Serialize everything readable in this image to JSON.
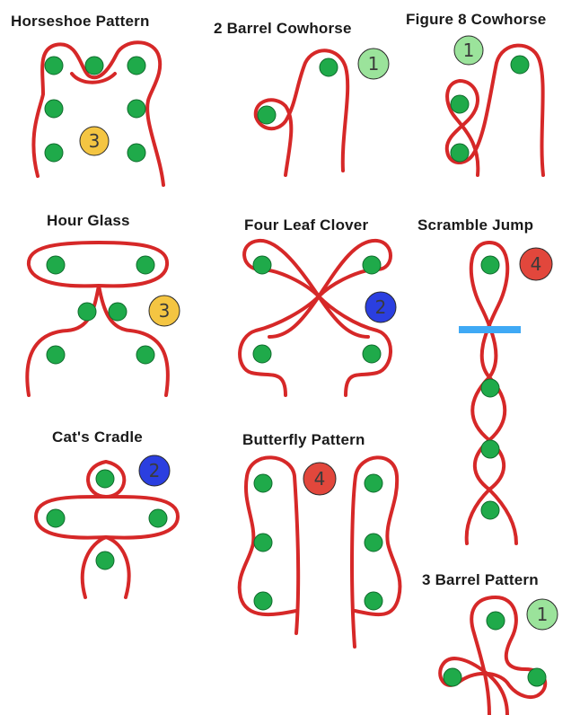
{
  "colors": {
    "route": "#d62828",
    "barrel": "#1faa4a",
    "jump_bar": "#3fa9f5",
    "badge_green": "#9be39b",
    "badge_yellow": "#f4c542",
    "badge_blue": "#2b3fe0",
    "badge_red": "#e2473c",
    "badge_text": "#3a3a3a"
  },
  "patterns": [
    {
      "id": "horseshoe",
      "title": "Horseshoe Pattern",
      "badge": {
        "text": "3",
        "color": "badge_yellow"
      }
    },
    {
      "id": "two-barrel-cowhorse",
      "title": "2 Barrel Cowhorse",
      "badge": {
        "text": "1",
        "color": "badge_green"
      }
    },
    {
      "id": "figure-8-cowhorse",
      "title": "Figure 8 Cowhorse",
      "badge": {
        "text": "1",
        "color": "badge_green"
      }
    },
    {
      "id": "hour-glass",
      "title": "Hour Glass",
      "badge": {
        "text": "3",
        "color": "badge_yellow"
      }
    },
    {
      "id": "four-leaf-clover",
      "title": "Four Leaf Clover",
      "badge": {
        "text": "2",
        "color": "badge_blue"
      }
    },
    {
      "id": "scramble-jump",
      "title": "Scramble Jump",
      "badge": {
        "text": "4",
        "color": "badge_red"
      }
    },
    {
      "id": "cats-cradle",
      "title": "Cat's Cradle",
      "badge": {
        "text": "2",
        "color": "badge_blue"
      }
    },
    {
      "id": "butterfly-pattern",
      "title": "Butterfly Pattern",
      "badge": {
        "text": "4",
        "color": "badge_red"
      }
    },
    {
      "id": "three-barrel-pattern",
      "title": "3 Barrel Pattern",
      "badge": {
        "text": "1",
        "color": "badge_green"
      }
    }
  ]
}
